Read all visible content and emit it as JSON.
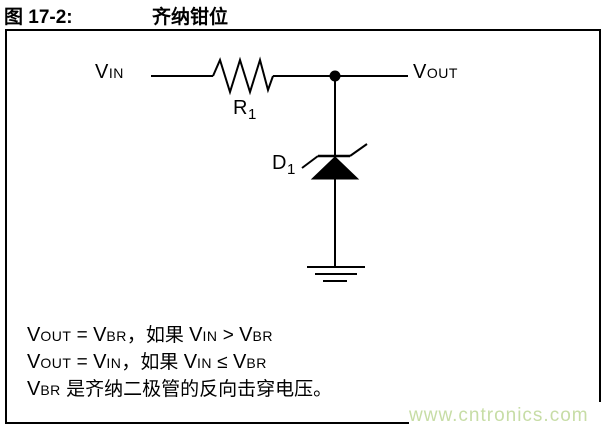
{
  "title": {
    "figure_label": "图 17-2:",
    "figure_title": "齐纳钳位"
  },
  "circuit": {
    "vin": {
      "main": "V",
      "sub": "IN"
    },
    "vout": {
      "main": "V",
      "sub": "OUT"
    },
    "r1": {
      "main": "R",
      "sub": "1"
    },
    "d1": {
      "main": "D",
      "sub": "1"
    }
  },
  "notes": {
    "line1": [
      {
        "c": "b",
        "t": "V"
      },
      {
        "c": "s",
        "t": "OUT"
      },
      {
        "c": "n",
        "t": " = "
      },
      {
        "c": "b",
        "t": "V"
      },
      {
        "c": "s",
        "t": "BR"
      },
      {
        "c": "n",
        "t": "，如果 "
      },
      {
        "c": "b",
        "t": "V"
      },
      {
        "c": "s",
        "t": "IN"
      },
      {
        "c": "n",
        "t": " > "
      },
      {
        "c": "b",
        "t": "V"
      },
      {
        "c": "s",
        "t": "BR"
      }
    ],
    "line2": [
      {
        "c": "b",
        "t": "V"
      },
      {
        "c": "s",
        "t": "OUT"
      },
      {
        "c": "n",
        "t": " = "
      },
      {
        "c": "b",
        "t": "V"
      },
      {
        "c": "s",
        "t": "IN"
      },
      {
        "c": "n",
        "t": "，如果 "
      },
      {
        "c": "b",
        "t": "V"
      },
      {
        "c": "s",
        "t": "IN"
      },
      {
        "c": "n",
        "t": " ≤ "
      },
      {
        "c": "b",
        "t": "V"
      },
      {
        "c": "s",
        "t": "BR"
      }
    ],
    "line3": [
      {
        "c": "b",
        "t": "V"
      },
      {
        "c": "s",
        "t": "BR"
      },
      {
        "c": "n",
        "t": " 是齐纳二极管的反向击穿电压。"
      }
    ]
  },
  "watermark": {
    "text": "www.cntronics.com",
    "color": "#c7dda6"
  },
  "colors": {
    "wire": "#000000",
    "background": "#ffffff",
    "border": "#000000"
  }
}
